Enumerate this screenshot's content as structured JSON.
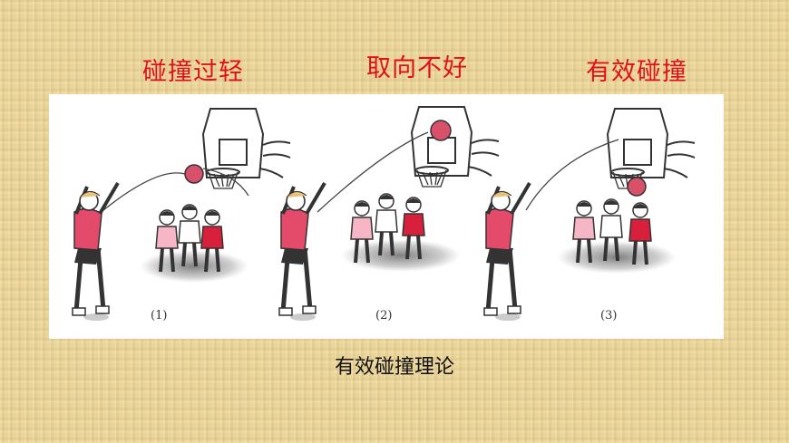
{
  "captions": {
    "case1": "碰撞过轻",
    "case2": "取向不好",
    "case3": "有效碰撞"
  },
  "figure_labels": {
    "fig1": "(1)",
    "fig2": "(2)",
    "fig3": "(3)"
  },
  "footer": {
    "title": "有效碰撞理论"
  },
  "colors": {
    "caption_red": "#e0101a",
    "jersey_pink": "#e44a6a",
    "jersey_red": "#d8203c",
    "ball": "#d9506a"
  }
}
